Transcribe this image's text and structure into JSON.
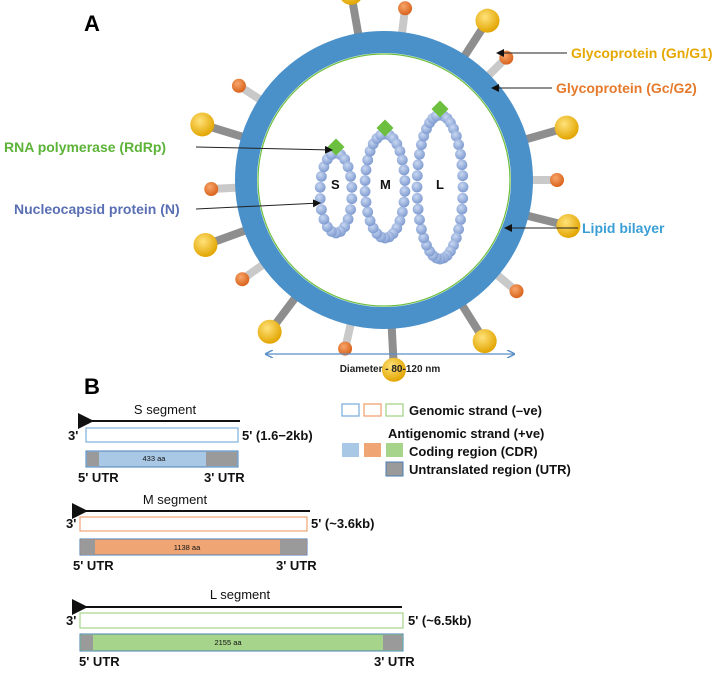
{
  "panel_a": {
    "letter": "A",
    "labels": {
      "gn": "Glycoprotein (Gn/G1)",
      "gc": "Glycoprotein (Gc/G2)",
      "rdrp": "RNA polymerase (RdRp)",
      "nucleo": "Nucleocapsid protein (N)",
      "lipid": "Lipid bilayer"
    },
    "segments": [
      "S",
      "M",
      "L"
    ],
    "diameter": "Diameter - 80-120 nm"
  },
  "panel_b": {
    "letter": "B",
    "s": {
      "title": "S segment",
      "left": "3'",
      "right": "5' (1.6−2kb)",
      "coding": "433 aa",
      "utr_left": "5' UTR",
      "utr_right": "3' UTR"
    },
    "m": {
      "title": "M segment",
      "left": "3'",
      "right": "5' (~3.6kb)",
      "coding": "1138 aa",
      "utr_left": "5' UTR",
      "utr_right": "3' UTR"
    },
    "l": {
      "title": "L segment",
      "left": "3'",
      "right": "5' (~6.5kb)",
      "coding": "2155 aa",
      "utr_left": "5' UTR",
      "utr_right": "3' UTR"
    },
    "legend": {
      "genomic": "Genomic strand (–ve)",
      "antigenomic": "Antigenomic strand (+ve)",
      "coding": "Coding region (CDR)",
      "utr": "Untranslated region (UTR)"
    }
  },
  "colors": {
    "membrane": "#4a90c9",
    "gn": "#f2b705",
    "gc": "#e87a2c",
    "rdrp": "#6cbf3f",
    "nucleo": "#9bb4e0",
    "lipid": "#3a9fd6",
    "s_fill": "#a9c8e6",
    "m_fill": "#f0a574",
    "l_fill": "#a6d48a",
    "utr_fill": "#9a9a9a"
  }
}
